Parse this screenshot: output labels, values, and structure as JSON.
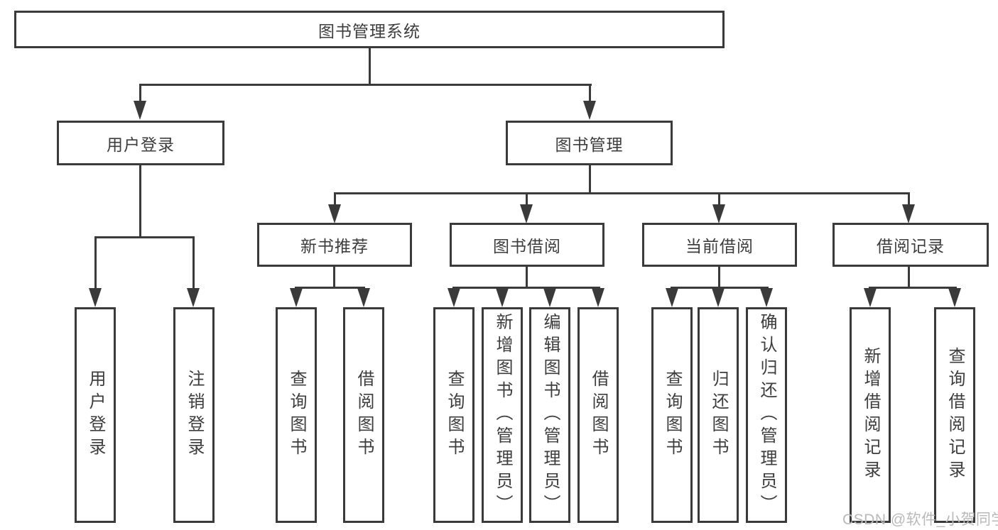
{
  "diagram_type": "tree",
  "tree": {
    "label": "图书管理系统",
    "children": [
      {
        "label": "用户登录",
        "children": [
          {
            "label": "用户登录"
          },
          {
            "label": "注销登录"
          }
        ]
      },
      {
        "label": "图书管理",
        "children": [
          {
            "label": "新书推荐",
            "children": [
              {
                "label": "查询图书"
              },
              {
                "label": "借阅图书"
              }
            ]
          },
          {
            "label": "图书借阅",
            "children": [
              {
                "label": "查询图书"
              },
              {
                "label": "新增图书（管理员）"
              },
              {
                "label": "编辑图书（管理员）"
              },
              {
                "label": "借阅图书"
              }
            ]
          },
          {
            "label": "当前借阅",
            "children": [
              {
                "label": "查询图书"
              },
              {
                "label": "归还图书"
              },
              {
                "label": "确认归还（管理员）"
              }
            ]
          },
          {
            "label": "借阅记录",
            "children": [
              {
                "label": "新增借阅记录"
              },
              {
                "label": "查询借阅记录"
              }
            ]
          }
        ]
      }
    ]
  },
  "watermark": {
    "text": "CSDN @软件_小贺同学"
  },
  "colors": {
    "line": "#3a3a3a",
    "box_border": "#3a3a3a",
    "text": "#3d3d3d",
    "watermark": "#b9b9b9",
    "background": "#ffffff"
  }
}
